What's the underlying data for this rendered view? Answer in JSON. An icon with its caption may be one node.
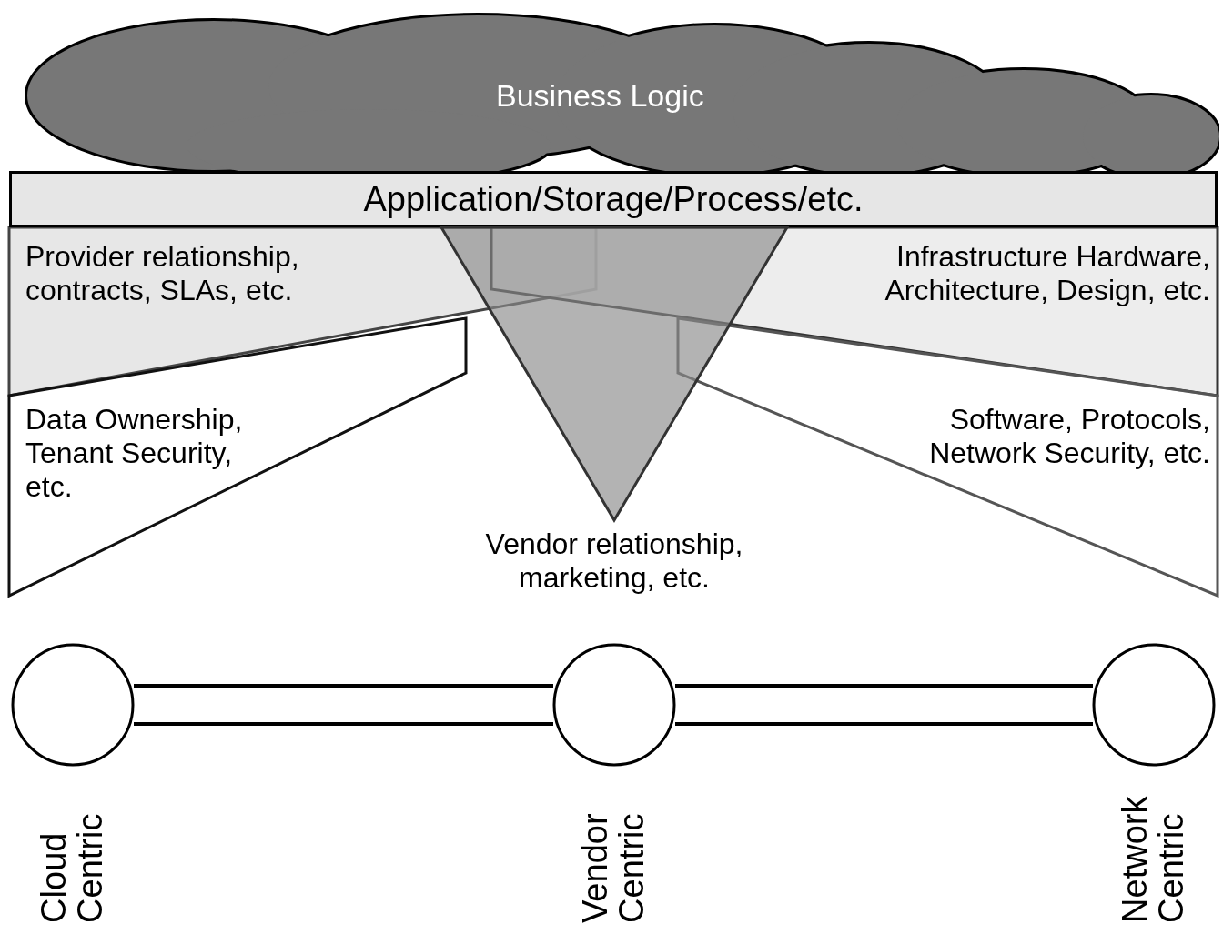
{
  "diagram": {
    "nodes": [
      {
        "text": [
          "Business Logic"
        ]
      },
      {
        "text": [
          "Application/Storage/Process/etc."
        ]
      },
      {
        "text": [
          "Provider relationship, contracts, SLAs, etc."
        ]
      },
      {
        "text": [
          "Infrastructure Hardware, Architecture, Design, etc."
        ]
      },
      {
        "text": [
          "Vendor relationship, marketing, etc."
        ]
      },
      {
        "text": [
          "Data Ownership, Tenant Security, etc."
        ]
      },
      {
        "text": [
          "Software, Protocols, Network Security, etc."
        ]
      },
      {
        "text": [
          "Cloud Centric"
        ]
      },
      {
        "text": [
          "Vendor Centric"
        ]
      },
      {
        "text": [
          "Network Centric"
        ]
      }
    ],
    "edges": [
      {
        "from": 7,
        "to": 8,
        "arrow": "none"
      },
      {
        "from": 8,
        "to": 9,
        "arrow": "none"
      }
    ]
  }
}
